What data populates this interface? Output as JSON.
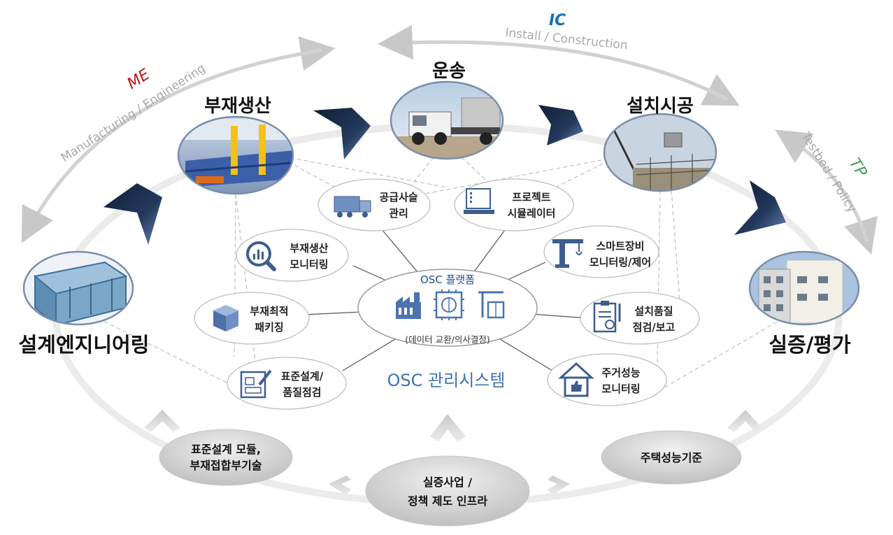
{
  "colors": {
    "me": "#c0141b",
    "ic": "#1a6fb5",
    "tp": "#3ea14a",
    "chevron": "#1c2f4d",
    "arc": "#d4d4d4",
    "system_title": "#3d73b4",
    "pill": "#d6d6d6"
  },
  "arcs": {
    "me": {
      "code": "ME",
      "label": "Manufacturing / Engineering"
    },
    "ic": {
      "code": "IC",
      "label": "Install / Construction"
    },
    "tp": {
      "code": "TP",
      "label": "Testbed / Policy"
    }
  },
  "stages": {
    "design": {
      "title": "설계엔지니어링"
    },
    "production": {
      "title": "부재생산"
    },
    "transport": {
      "title": "운송"
    },
    "install": {
      "title": "설치시공"
    },
    "verify": {
      "title": "실증/평가"
    }
  },
  "platform": {
    "title": "OSC 플랫폼",
    "subtitle": "(데이터 교환/의사결정)",
    "system_title": "OSC 관리시스템"
  },
  "modules": [
    {
      "icon": "truck-icon",
      "line1": "공급사슬",
      "line2": "관리"
    },
    {
      "icon": "computer-icon",
      "line1": "프로젝트",
      "line2": "시뮬레이터"
    },
    {
      "icon": "magnifier-chart-icon",
      "line1": "부재생산",
      "line2": "모니터링"
    },
    {
      "icon": "crane-icon",
      "line1": "스마트장비",
      "line2": "모니터링/제어"
    },
    {
      "icon": "cube-package-icon",
      "line1": "부재최적",
      "line2": "패키징"
    },
    {
      "icon": "clipboard-check-icon",
      "line1": "설치품질",
      "line2": "점검/보고"
    },
    {
      "icon": "blueprint-pen-icon",
      "line1": "표준설계/",
      "line2": "품질점검"
    },
    {
      "icon": "house-thumb-icon",
      "line1": "주거성능",
      "line2": "모니터링"
    }
  ],
  "foundation": {
    "left": {
      "line1": "표준설계 모듈,",
      "line2": "부재접합부기술"
    },
    "center": {
      "line1": "실증사업 /",
      "line2": "정책 제도 인프라"
    },
    "right": {
      "line1": "주택성능기준",
      "line2": ""
    }
  }
}
